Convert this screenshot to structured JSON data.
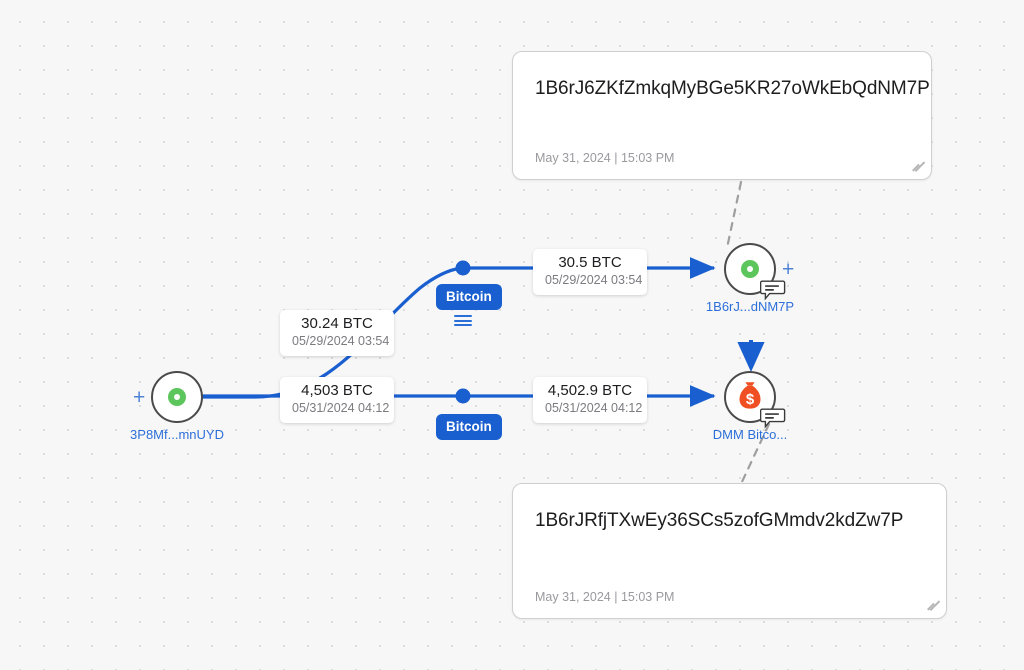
{
  "canvas": {
    "background_color": "#f7f7f7",
    "grid": "dot-grid",
    "accent_blue": "#1a5fd0",
    "link_blue": "#2d6fd8",
    "node_green": "#5cc65c",
    "bag_orange": "#f04e23"
  },
  "notes": [
    {
      "id": "note-top",
      "address": "1B6rJ6ZKfZmkqMyBGe5KR27oWkEbQdNM7P",
      "date": "May 31, 2024 | 15:03 PM"
    },
    {
      "id": "note-bottom",
      "address": "1B6rJRfjTXwEy36SCs5zofGMmdv2kdZw7P",
      "date": "May 31, 2024 | 15:03 PM"
    }
  ],
  "nodes": [
    {
      "id": "node-source",
      "label": "3P8Mf...mnUYD",
      "icon": "green-ring-icon",
      "plus": "+"
    },
    {
      "id": "node-dest-address",
      "label": "1B6rJ...dNM7P",
      "icon": "green-ring-icon",
      "plus": "+",
      "has_comment_badge": true
    },
    {
      "id": "node-dest-exchange",
      "label": "DMM Bitco...",
      "icon": "money-bag-icon",
      "has_comment_badge": true
    }
  ],
  "transactions": [
    {
      "id": "tx-out-top",
      "amount": "30.24 BTC",
      "date": "05/29/2024 03:54"
    },
    {
      "id": "tx-in-top",
      "amount": "30.5 BTC",
      "date": "05/29/2024 03:54"
    },
    {
      "id": "tx-out-bottom",
      "amount": "4,503 BTC",
      "date": "05/31/2024 04:12"
    },
    {
      "id": "tx-in-bottom",
      "amount": "4,502.9 BTC",
      "date": "05/31/2024 04:12"
    }
  ],
  "asset_badges": [
    {
      "id": "badge-top",
      "label": "Bitcoin"
    },
    {
      "id": "badge-bottom",
      "label": "Bitcoin"
    }
  ]
}
